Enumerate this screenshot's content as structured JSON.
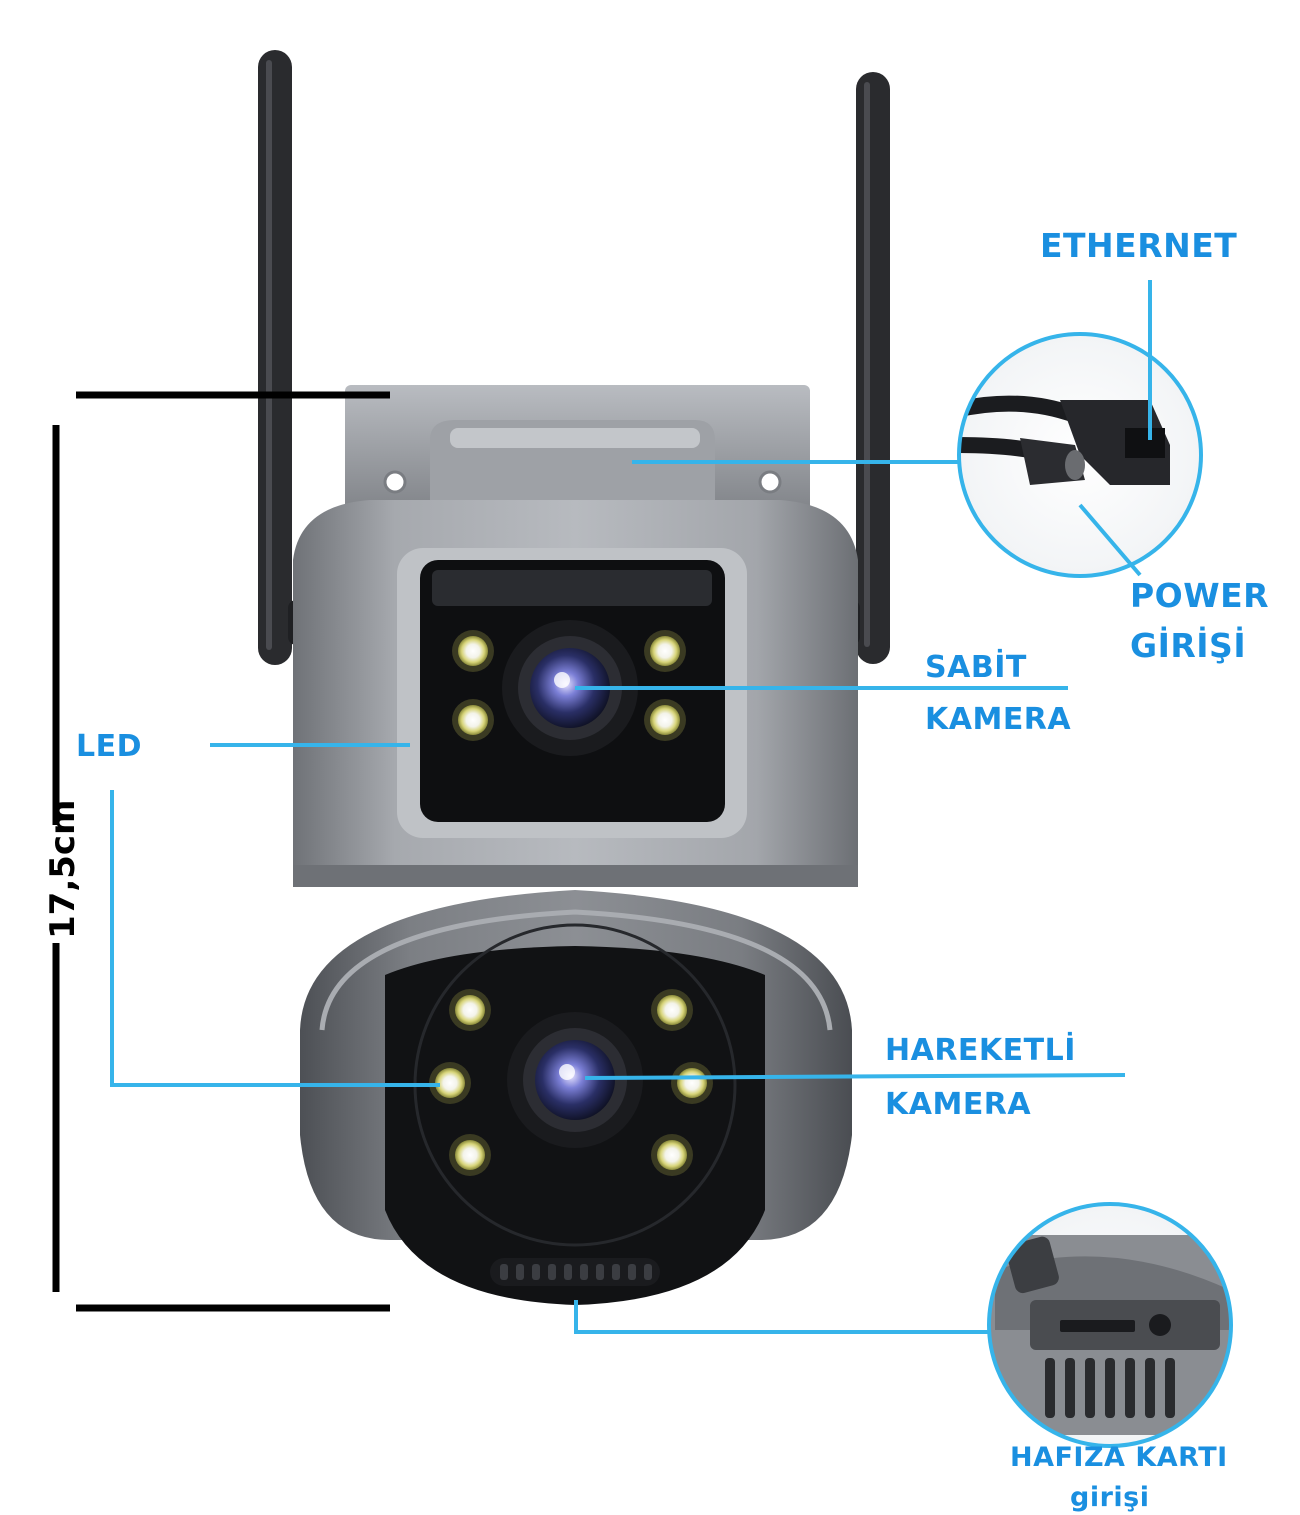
{
  "labels": {
    "ethernet": "ETHERNET",
    "power_line1": "POWER",
    "power_line2": "GİRİŞİ",
    "sabit_line1": "SABİT",
    "sabit_line2": "KAMERA",
    "led": "LED",
    "hareketli_line1": "HAREKETLİ",
    "hareketli_line2": "KAMERA",
    "hafiza_line1": "HAFIZA KARTI",
    "hafiza_line2": "girişi"
  },
  "dimension": "17,5cm",
  "colors": {
    "label_blue": "#1a8fe0",
    "callout_line": "#36b4ea",
    "body_grey": "#8e9196",
    "antenna": "#2a2b2e"
  }
}
